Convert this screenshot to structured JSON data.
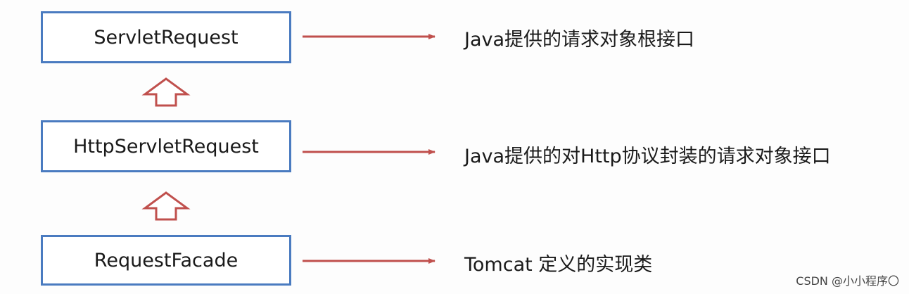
{
  "diagram": {
    "nodes": [
      {
        "label": "ServletRequest",
        "description": "Java提供的请求对象根接口"
      },
      {
        "label": "HttpServletRequest",
        "description": "Java提供的对Http协议封装的请求对象接口"
      },
      {
        "label": "RequestFacade",
        "description": "Tomcat 定义的实现类"
      }
    ]
  },
  "colors": {
    "box_border": "#4a7bc0",
    "arrow": "#c0504d"
  },
  "watermark": "CSDN @小小程序〇"
}
